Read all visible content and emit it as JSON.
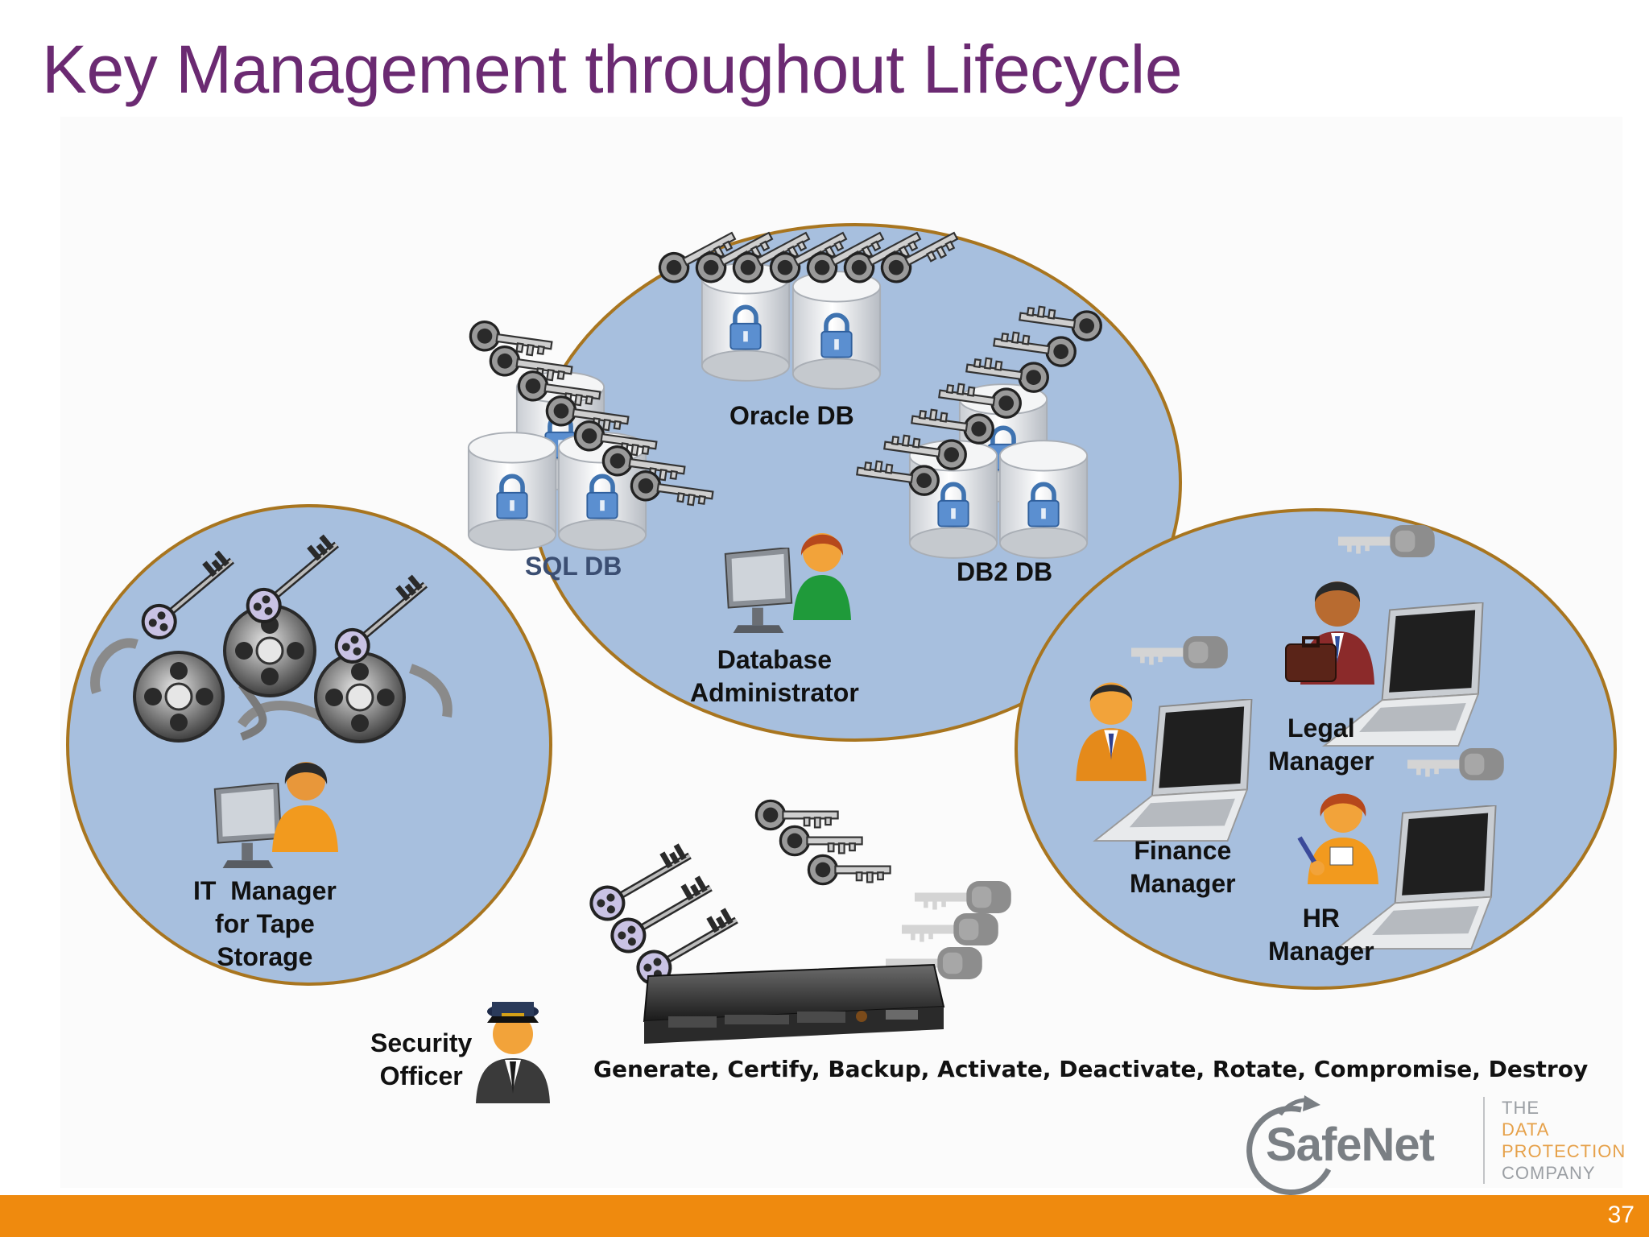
{
  "title": "Key Management throughout Lifecycle",
  "labels": {
    "oracle_db": "Oracle DB",
    "sql_db": "SQL DB",
    "db2_db": "DB2 DB",
    "dba_line1": "Database",
    "dba_line2": "Administrator",
    "it_line1": "IT  Manager",
    "it_line2": "for Tape",
    "it_line3": "Storage",
    "legal_line1": "Legal",
    "legal_line2": "Manager",
    "finance_line1": "Finance",
    "finance_line2": "Manager",
    "hr_line1": "HR",
    "hr_line2": "Manager",
    "security_line1": "Security",
    "security_line2": "Officer"
  },
  "operations": "Generate, Certify, Backup, Activate, Deactivate, Rotate, Compromise, Destroy",
  "logo": {
    "name": "SafeNet",
    "tagline": [
      "THE",
      "DATA",
      "PROTECTION",
      "COMPANY"
    ]
  },
  "page_number": "37",
  "colors": {
    "title": "#6b2a72",
    "circle_fill": "#a7bfde",
    "circle_stroke": "#a8751f",
    "footer": "#ef8a0e"
  }
}
